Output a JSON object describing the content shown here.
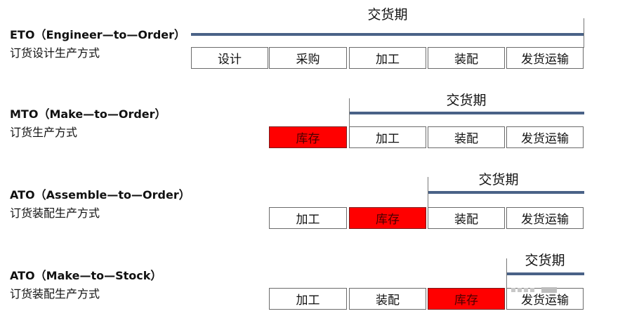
{
  "delivery_label": "交货期",
  "rows": [
    {
      "title": "ETO（Engineer—to—Order）",
      "subtitle": "订货设计生产方式",
      "boxes": [
        "设计",
        "采购",
        "加工",
        "装配",
        "发货运输"
      ],
      "stock_index": -1
    },
    {
      "title": "MTO（Make—to—Order）",
      "subtitle": "订货生产方式",
      "boxes": [
        "库存",
        "加工",
        "装配",
        "发货运输"
      ],
      "stock_index": 0
    },
    {
      "title": "ATO（Assemble—to—Order）",
      "subtitle": "订货装配生产方式",
      "boxes": [
        "加工",
        "库存",
        "装配",
        "发货运输"
      ],
      "stock_index": 1
    },
    {
      "title": "ATO（Make—to—Stock）",
      "subtitle": "订货装配生产方式",
      "boxes": [
        "加工",
        "装配",
        "库存",
        "发货运输"
      ],
      "stock_index": 2
    }
  ],
  "colors": {
    "stock": "#ff0000",
    "delivery_bar": "#4a6287"
  }
}
